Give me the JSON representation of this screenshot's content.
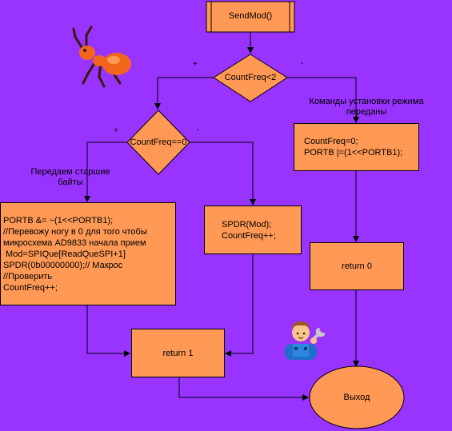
{
  "diagram": {
    "start": "SendMod()",
    "cond1": "CountFreq<2",
    "cond1_yes": "+",
    "cond1_no": "-",
    "note_right": "Команды установки режима\nпереданы",
    "block_right": "CountFreq=0;\nPORTB |=(1<<PORTB1);",
    "cond2": "CountFreq==0",
    "cond2_yes": "+",
    "cond2_no": "-",
    "note_left": "Передаем старшие\nбайты",
    "block_left": "PORTB &= ~(1<<PORTB1);\n//Перевожу ногу в 0 для того чтобы\nмикросхема AD9833 начала прием\n Mod=SPIQue[ReadQueSPI+1]\nSPDR(0b00000000);// Макрос\n//Проверить\nCountFreq++;",
    "block_mid": "SPDR(Mod);\nCountFreq++;",
    "return0": "return 0",
    "return1": "return 1",
    "end": "Выход"
  },
  "colors": {
    "background": "#9933ff",
    "shape_fill": "#ff9955",
    "stroke": "#000000"
  },
  "icons": [
    "ant-icon",
    "mechanic-icon"
  ]
}
